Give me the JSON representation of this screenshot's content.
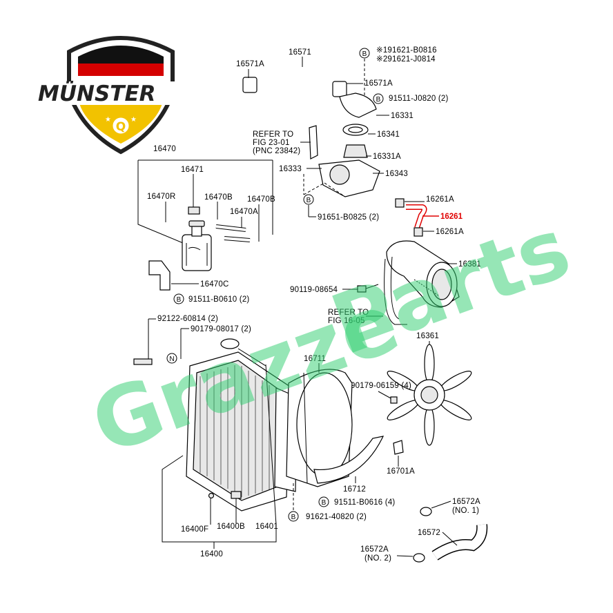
{
  "logo": {
    "brand": "MÜNSTER",
    "badge_letter": "Q",
    "flag_colors": [
      "#111111",
      "#d40000",
      "#f2c200"
    ]
  },
  "watermark": {
    "word1": "Grazze",
    "word2": "Parts",
    "color": "#2fcf6f"
  },
  "parts": {
    "p16571": "16571",
    "p16571a_left": "16571A",
    "p16571a_right": "16571A",
    "bolt_ref_top_1": "※191621-B0816",
    "bolt_ref_top_2": "※291621-J0814",
    "bolt_91511_j0820": "91511-J0820 (2)",
    "p16331": "16331",
    "refer_fig23_1": "REFER TO",
    "refer_fig23_2": "FIG 23-01",
    "refer_fig23_3": "(PNC 23842)",
    "p16341": "16341",
    "p16331a": "16331A",
    "p16333": "16333",
    "p16343": "16343",
    "p16470": "16470",
    "p16471": "16471",
    "p16470r": "16470R",
    "p16470b_1": "16470B",
    "p16470b_2": "16470B",
    "p16470a": "16470A",
    "bolt_91651_b0825": "91651-B0825 (2)",
    "p16261a_top": "16261A",
    "p16261": "16261",
    "p16261a_bottom": "16261A",
    "p16381": "16381",
    "p16470c": "16470C",
    "bolt_91511_b0610": "91511-B0610 (2)",
    "bolt_90119_08654": "90119-08654",
    "refer_fig16_1": "REFER TO",
    "refer_fig16_2": "FIG 16-05",
    "bolt_92122_60814": "92122-60814 (2)",
    "bolt_90179_08017": "90179-08017 (2)",
    "p16711": "16711",
    "p16361": "16361",
    "bolt_90179_06159": "90179-06159 (4)",
    "p16701a": "16701A",
    "p16712": "16712",
    "bolt_91511_b0616": "91511-B0616 (4)",
    "bolt_91621_40820": "91621-40820 (2)",
    "p16572a_no1": "16572A",
    "p16572a_no1_sub": "(NO. 1)",
    "p16572": "16572",
    "p16572a_no2": "16572A",
    "p16572a_no2_sub": "(NO. 2)",
    "p16400f": "16400F",
    "p16400b": "16400B",
    "p16401": "16401",
    "p16400": "16400",
    "mark_b": "B",
    "mark_n": "N"
  },
  "highlight_color": "#e00000"
}
